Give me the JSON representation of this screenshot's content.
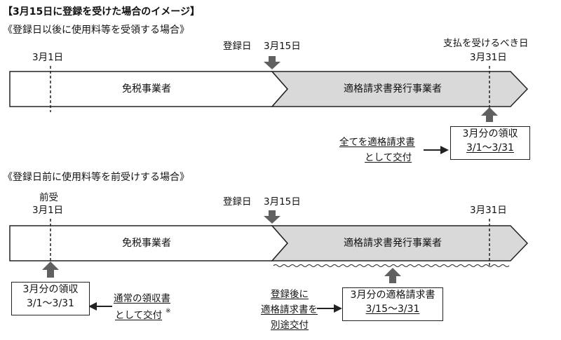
{
  "title": "【3月15日に登録を受けた場合のイメージ】",
  "case1": {
    "heading": "《登録日以後に使用料等を受領する場合》",
    "march1": "3月1日",
    "registration_label": "登録日",
    "march15": "3月15日",
    "payment_label": "支払を受けるべき日",
    "march31": "3月31日",
    "exempt": "免税事業者",
    "issuer": "適格請求書発行事業者",
    "note_line1": "全てを適格請求書",
    "note_line2": "として交付",
    "receipt_line1": "3月分の領収",
    "receipt_line2": "3/1～3/31"
  },
  "case2": {
    "heading": "《登録日前に使用料等を前受けする場合》",
    "advance_label": "前受",
    "march1": "3月1日",
    "registration_label": "登録日",
    "march15": "3月15日",
    "march31": "3月31日",
    "exempt": "免税事業者",
    "issuer": "適格請求書発行事業者",
    "receipt_line1": "3月分の領収",
    "receipt_line2": "3/1～3/31",
    "normal_line1": "通常の領収書",
    "normal_line2": "として交付",
    "normal_mark": "※",
    "after_line1": "登録後に",
    "after_line2": "適格請求書を",
    "after_line3": "別途交付",
    "invoice_line1": "3月分の適格請求書",
    "invoice_line2": "3/15～3/31"
  },
  "colors": {
    "issuer_fill": "#d9d9d9",
    "arrow_fill": "#606060",
    "stroke": "#222222"
  }
}
